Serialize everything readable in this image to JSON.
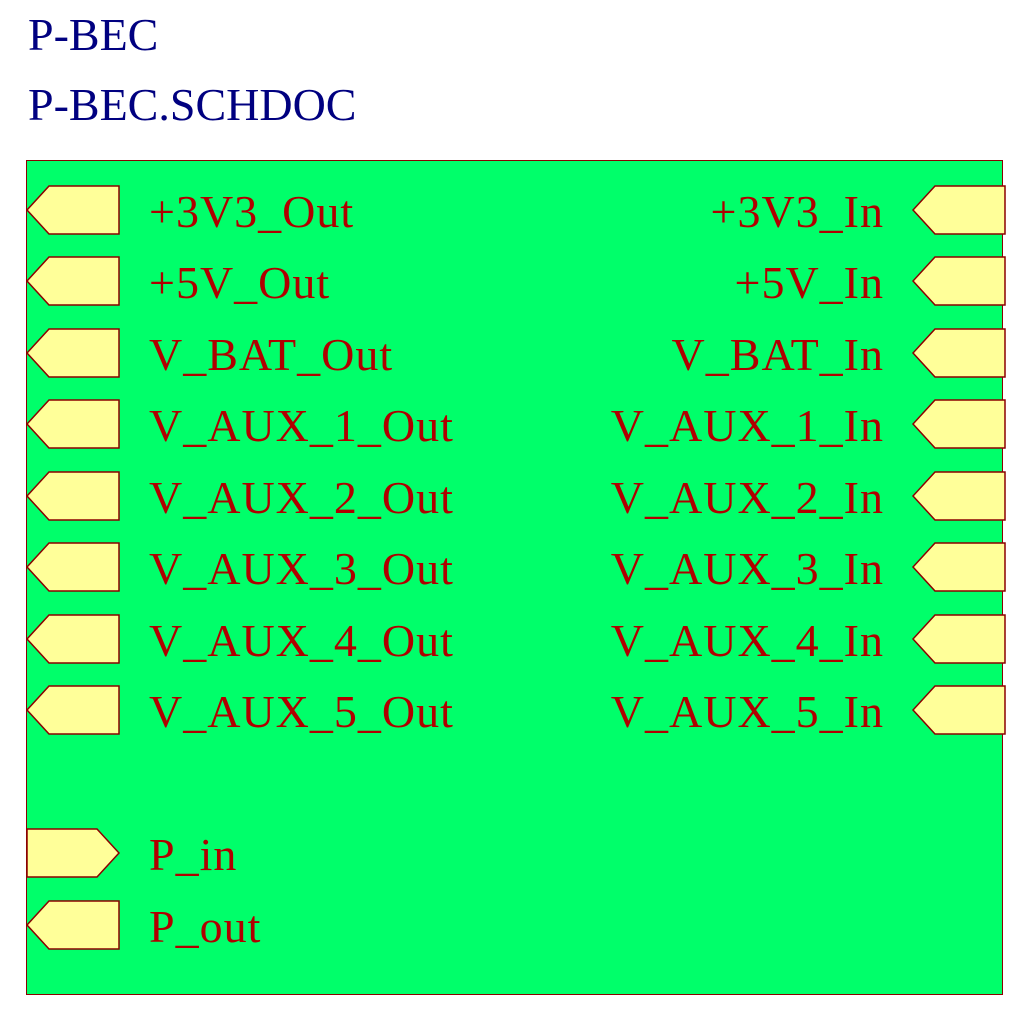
{
  "sheet": {
    "title": "P-BEC",
    "filename": "P-BEC.SCHDOC"
  },
  "colors": {
    "title": "#000080",
    "sheet_fill": "#00ff6a",
    "border": "#8b0000",
    "port_fill": "#ffff99",
    "label": "#b00000"
  },
  "left_ports": [
    {
      "label": "+3V3_Out",
      "direction": "output"
    },
    {
      "label": "+5V_Out",
      "direction": "output"
    },
    {
      "label": "V_BAT_Out",
      "direction": "output"
    },
    {
      "label": "V_AUX_1_Out",
      "direction": "output"
    },
    {
      "label": "V_AUX_2_Out",
      "direction": "output"
    },
    {
      "label": "V_AUX_3_Out",
      "direction": "output"
    },
    {
      "label": "V_AUX_4_Out",
      "direction": "output"
    },
    {
      "label": "V_AUX_5_Out",
      "direction": "output"
    }
  ],
  "right_ports": [
    {
      "label": "+3V3_In",
      "direction": "input"
    },
    {
      "label": "+5V_In",
      "direction": "input"
    },
    {
      "label": "V_BAT_In",
      "direction": "input"
    },
    {
      "label": "V_AUX_1_In",
      "direction": "input"
    },
    {
      "label": "V_AUX_2_In",
      "direction": "input"
    },
    {
      "label": "V_AUX_3_In",
      "direction": "input"
    },
    {
      "label": "V_AUX_4_In",
      "direction": "input"
    },
    {
      "label": "V_AUX_5_In",
      "direction": "input"
    }
  ],
  "bottom_ports": [
    {
      "label": "P_in",
      "direction": "input"
    },
    {
      "label": "P_out",
      "direction": "output"
    }
  ]
}
